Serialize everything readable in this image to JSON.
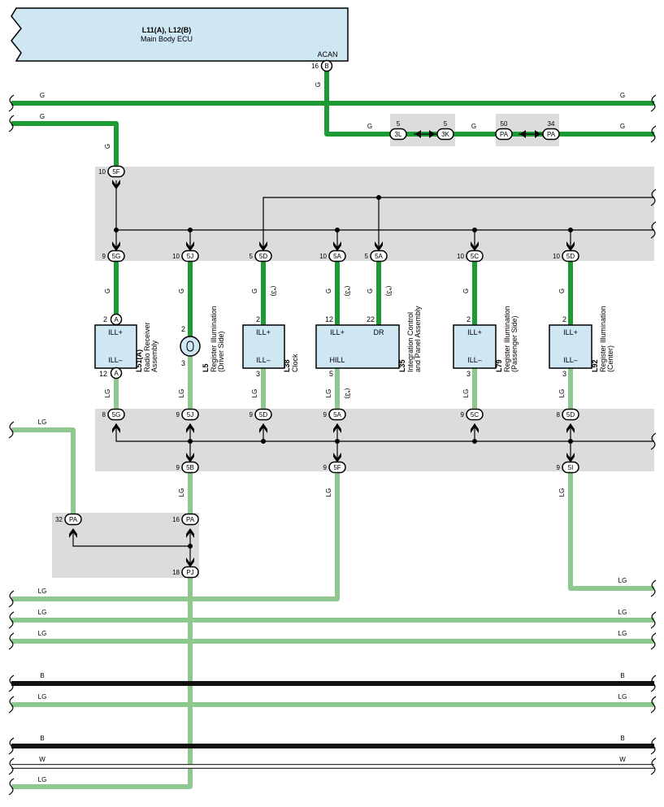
{
  "ecu": {
    "title": "L11(A), L12(B)",
    "subtitle": "Main Body ECU",
    "pin_name": "ACAN",
    "pin_no": "16",
    "conn": "B"
  },
  "wire_colors": {
    "G": "#1e9a34",
    "LG": "#8ec88e",
    "B": "#111111",
    "W": "#ffffff"
  },
  "wire_labels": {
    "G": "G",
    "LG": "LG",
    "B": "B",
    "W": "W"
  },
  "note": "(*3)",
  "connectors": {
    "c3L": {
      "no": "5",
      "id": "3L"
    },
    "c3K": {
      "no": "5",
      "id": "3K"
    },
    "cPA50": {
      "no": "50",
      "id": "PA"
    },
    "cPA34": {
      "no": "34",
      "id": "PA"
    },
    "c5F_top": {
      "no": "10",
      "id": "5F"
    },
    "c5G_top": {
      "no": "9",
      "id": "5G"
    },
    "c5J_top": {
      "no": "10",
      "id": "5J"
    },
    "c5D_a_top": {
      "no": "5",
      "id": "5D"
    },
    "c5A_a_top": {
      "no": "10",
      "id": "5A"
    },
    "c5A_b_top": {
      "no": "5",
      "id": "5A"
    },
    "c5C_top": {
      "no": "10",
      "id": "5C"
    },
    "c5D_b_top": {
      "no": "10",
      "id": "5D"
    },
    "c5G_bot": {
      "no": "8",
      "id": "5G"
    },
    "c5J_bot": {
      "no": "9",
      "id": "5J"
    },
    "c5D_a_bot": {
      "no": "9",
      "id": "5D"
    },
    "c5A_bot": {
      "no": "9",
      "id": "5A"
    },
    "c5C_bot": {
      "no": "9",
      "id": "5C"
    },
    "c5D_b_bot": {
      "no": "8",
      "id": "5D"
    },
    "c5B": {
      "no": "9",
      "id": "5B"
    },
    "c5F_bot": {
      "no": "9",
      "id": "5F"
    },
    "c5I": {
      "no": "9",
      "id": "5I"
    },
    "cPA32": {
      "no": "32",
      "id": "PA"
    },
    "cPA16": {
      "no": "16",
      "id": "PA"
    },
    "cPJ": {
      "no": "18",
      "id": "PJ"
    }
  },
  "components": {
    "radio": {
      "top_pin": "2",
      "top_conn": "A",
      "bot_pin": "12",
      "bot_conn": "A",
      "pin_top": "ILL+",
      "pin_bot": "ILL–",
      "code": "L51(A)",
      "name1": "Radio Receiver",
      "name2": "Assembly"
    },
    "reg_driver": {
      "top_pin": "2",
      "bot_pin": "3",
      "code": "L5",
      "name1": "Register Illumination",
      "name2": "(Driver Side)"
    },
    "clock": {
      "top_pin": "2",
      "bot_pin": "3",
      "pin_top": "ILL+",
      "pin_bot": "ILL–",
      "code": "L38",
      "name1": "Clock"
    },
    "icp": {
      "pin_ill": "12",
      "pin_dr": "22",
      "pin_hill": "5",
      "lbl_ill": "ILL+",
      "lbl_dr": "DR",
      "lbl_hill": "HILL",
      "code": "L35",
      "name1": "Integration Control",
      "name2": "and Panel Assembly"
    },
    "reg_pass": {
      "top_pin": "2",
      "bot_pin": "3",
      "pin_top": "ILL+",
      "pin_bot": "ILL–",
      "code": "L79",
      "name1": "Register Illumination",
      "name2": "(Passenger Side)"
    },
    "reg_center": {
      "top_pin": "2",
      "bot_pin": "3",
      "pin_top": "ILL+",
      "pin_bot": "ILL–",
      "code": "L92",
      "name1": "Register Illumination",
      "name2": "(Center)"
    }
  }
}
